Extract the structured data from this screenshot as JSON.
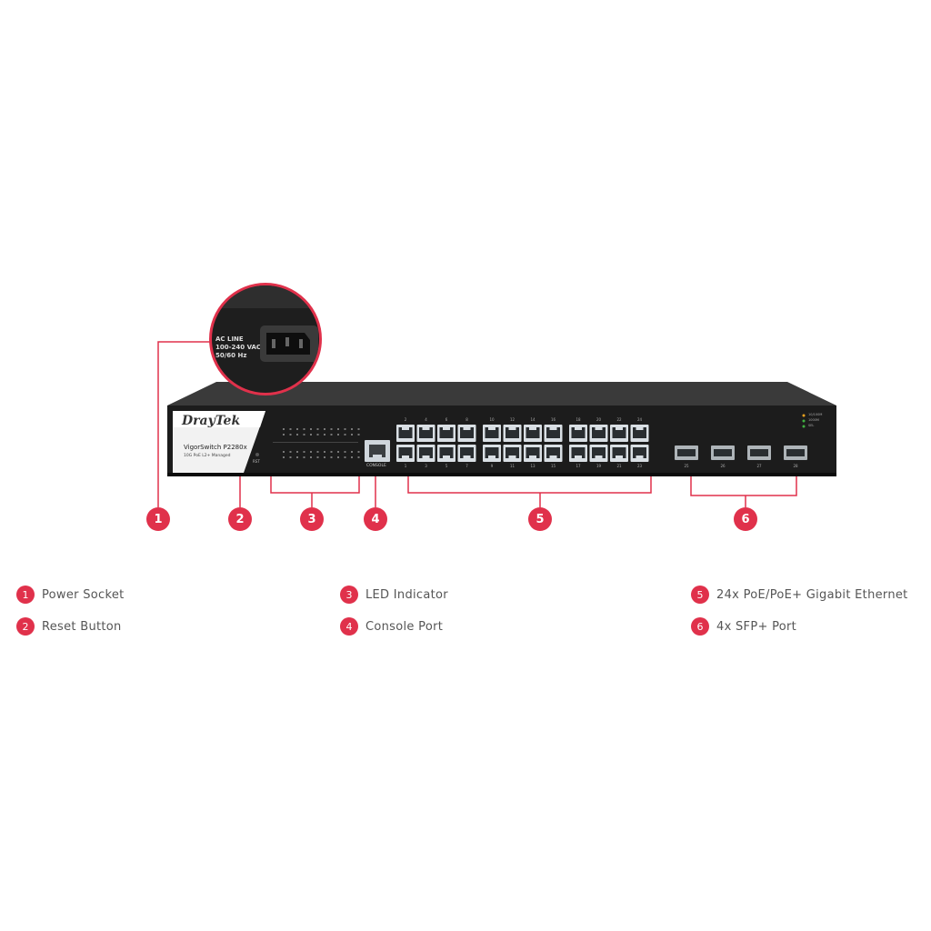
{
  "brand": {
    "logo_text": "DrayTek",
    "model": "VigorSwitch P2280x",
    "subtitle": "10G PoE L2+ Managed"
  },
  "power_inset": {
    "line1": "AC LINE",
    "line2": "100-240 VAC",
    "line3": "50/60 Hz"
  },
  "panel_labels": {
    "console": "CONSOLE",
    "reset": "RST",
    "status_leds": [
      "10/100M",
      "1000M",
      "SEL"
    ]
  },
  "ports_top": [
    "2",
    "4",
    "6",
    "8",
    "10",
    "12",
    "14",
    "16",
    "18",
    "20",
    "22",
    "24"
  ],
  "ports_bottom": [
    "1",
    "3",
    "5",
    "7",
    "9",
    "11",
    "13",
    "15",
    "17",
    "19",
    "21",
    "23"
  ],
  "sfp_ports": [
    "25",
    "26",
    "27",
    "28"
  ],
  "callouts": [
    "1",
    "2",
    "3",
    "4",
    "5",
    "6"
  ],
  "legend": [
    {
      "num": "1",
      "label": "Power Socket"
    },
    {
      "num": "2",
      "label": "Reset Button"
    },
    {
      "num": "3",
      "label": "LED Indicator"
    },
    {
      "num": "4",
      "label": "Console Port"
    },
    {
      "num": "5",
      "label": "24x PoE/PoE+ Gigabit Ethernet"
    },
    {
      "num": "6",
      "label": "4x SFP+ Port"
    }
  ],
  "colors": {
    "accent": "#e0314b",
    "chassis": "#1c1c1c"
  }
}
